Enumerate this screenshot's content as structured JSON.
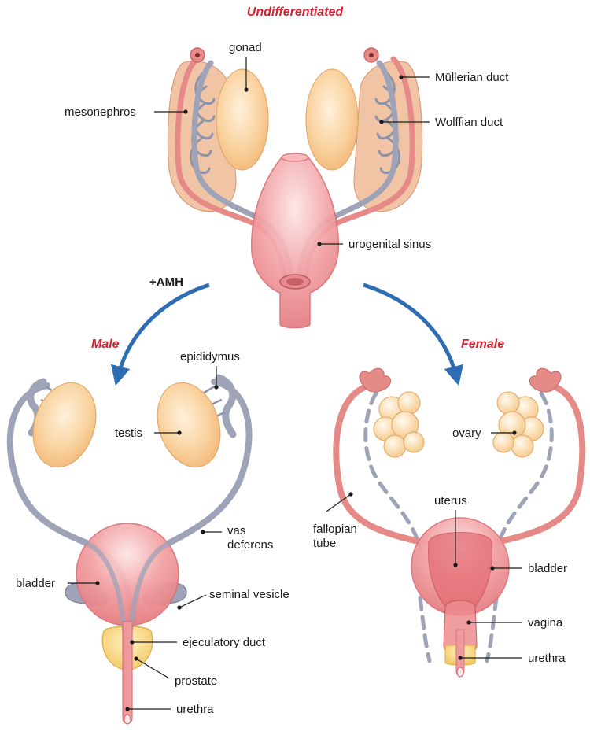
{
  "headings": {
    "undifferentiated": "Undifferentiated",
    "male": "Male",
    "female": "Female",
    "amh": "+AMH"
  },
  "labels": {
    "gonad": "gonad",
    "mesonephros": "mesonephros",
    "mullerian_duct": "Müllerian duct",
    "wolffian_duct": "Wolffian duct",
    "urogenital_sinus": "urogenital sinus",
    "epididymus": "epididymus",
    "testis": "testis",
    "vas_deferens_1": "vas",
    "vas_deferens_2": "deferens",
    "bladder_male": "bladder",
    "seminal_vesicle": "seminal vesicle",
    "ejaculatory_duct": "ejeculatory duct",
    "prostate": "prostate",
    "urethra_male": "urethra",
    "ovary": "ovary",
    "uterus": "uterus",
    "fallopian_1": "fallopian",
    "fallopian_2": "tube",
    "bladder_female": "bladder",
    "vagina": "vagina",
    "urethra_female": "urethra"
  },
  "colors": {
    "title_red": "#d7202e",
    "arrow_blue": "#2e6db4",
    "gonad_fill": "#f8c98f",
    "mesonephros_fill": "#f1c4a6",
    "mullerian_fill": "#e58a86",
    "wolffian_fill": "#9ea3b8",
    "sinus_fill": "#ee7f84",
    "bladder_fill": "#ee8d90",
    "prostate_fill": "#f6d27a"
  }
}
